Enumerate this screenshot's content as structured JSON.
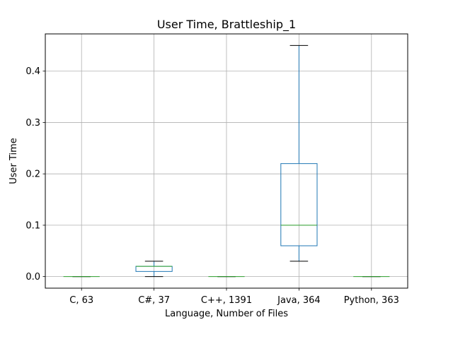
{
  "chart_data": {
    "type": "box",
    "title": "User Time, Brattleship_1",
    "xlabel": "Language, Number of Files",
    "ylabel": "User Time",
    "ylim": [
      -0.0225,
      0.4725
    ],
    "yticks": [
      0.0,
      0.1,
      0.2,
      0.3,
      0.4
    ],
    "ytick_labels": [
      "0.0",
      "0.1",
      "0.2",
      "0.3",
      "0.4"
    ],
    "grid": true,
    "categories": [
      "C, 63",
      "C#, 37",
      "C++, 1391",
      "Java, 364",
      "Python, 363"
    ],
    "boxes": [
      {
        "whisker_low": 0.0,
        "q1": 0.0,
        "median": 0.0,
        "q3": 0.0,
        "whisker_high": 0.0
      },
      {
        "whisker_low": 0.0,
        "q1": 0.01,
        "median": 0.02,
        "q3": 0.02,
        "whisker_high": 0.03
      },
      {
        "whisker_low": 0.0,
        "q1": 0.0,
        "median": 0.0,
        "q3": 0.0,
        "whisker_high": 0.0
      },
      {
        "whisker_low": 0.03,
        "q1": 0.06,
        "median": 0.1,
        "q3": 0.22,
        "whisker_high": 0.45
      },
      {
        "whisker_low": 0.0,
        "q1": 0.0,
        "median": 0.0,
        "q3": 0.0,
        "whisker_high": 0.0
      }
    ],
    "colors": {
      "box": "#1f77b4",
      "median": "#2ca02c",
      "whisker": "#000000",
      "grid": "#b0b0b0"
    }
  }
}
